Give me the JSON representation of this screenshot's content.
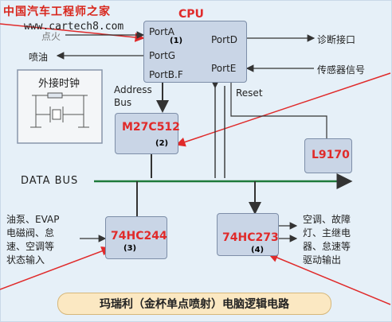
{
  "watermark": {
    "site_name": "中国汽车工程师之家",
    "url": "www.cartech8.com"
  },
  "cpu": {
    "title": "CPU",
    "port_a": "PortA",
    "port_g": "PortG",
    "port_bf": "PortB.F",
    "port_d": "PortD",
    "port_e": "PortE",
    "marker": "(1)"
  },
  "external_clock": {
    "label": "外接时钟"
  },
  "inputs": {
    "port_a_input_partial": "点火",
    "fuel_injection": "喷油"
  },
  "outputs": {
    "diagnostic_port": "诊断接口",
    "sensor_signal": "传感器信号"
  },
  "address_bus": {
    "line1": "Address",
    "line2": "Bus"
  },
  "reset_label": "Reset",
  "eprom": {
    "label": "M27C512",
    "marker": "(2)"
  },
  "l9170": {
    "label": "L9170"
  },
  "data_bus": {
    "label": "DATA BUS"
  },
  "hc244": {
    "label": "74HC244",
    "marker": "(3)",
    "desc_lines": [
      "油泵、EVAP",
      "电磁阀、怠",
      "速、空调等",
      "状态输入"
    ]
  },
  "hc273": {
    "label": "74HC273",
    "marker": "(4)",
    "desc_lines": [
      "空调、故障",
      "灯、主继电",
      "器、怠速等",
      "驱动输出"
    ]
  },
  "footer": {
    "title": "玛瑞利（金杯单点喷射）电脑逻辑电路"
  },
  "colors": {
    "chip_red": "#e02a2a",
    "box_fill": "#c9d5e6",
    "background": "#e6f0f8",
    "title_fill": "#fbe8c2",
    "bus_green": "#1e7a3a"
  }
}
